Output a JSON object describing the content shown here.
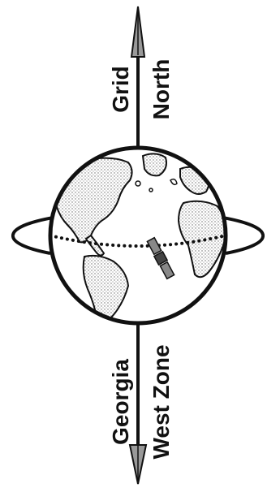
{
  "labels": {
    "top_left": "Grid",
    "top_right": "North",
    "bottom_left": "Georgia",
    "bottom_right": "West Zone"
  },
  "icons": {
    "globe": "globe-icon",
    "satellite": "satellite-icon",
    "arrow": "north-arrow-icon"
  },
  "colors": {
    "ink": "#111111",
    "land_fill": "#cfcfcf",
    "background": "#ffffff"
  }
}
